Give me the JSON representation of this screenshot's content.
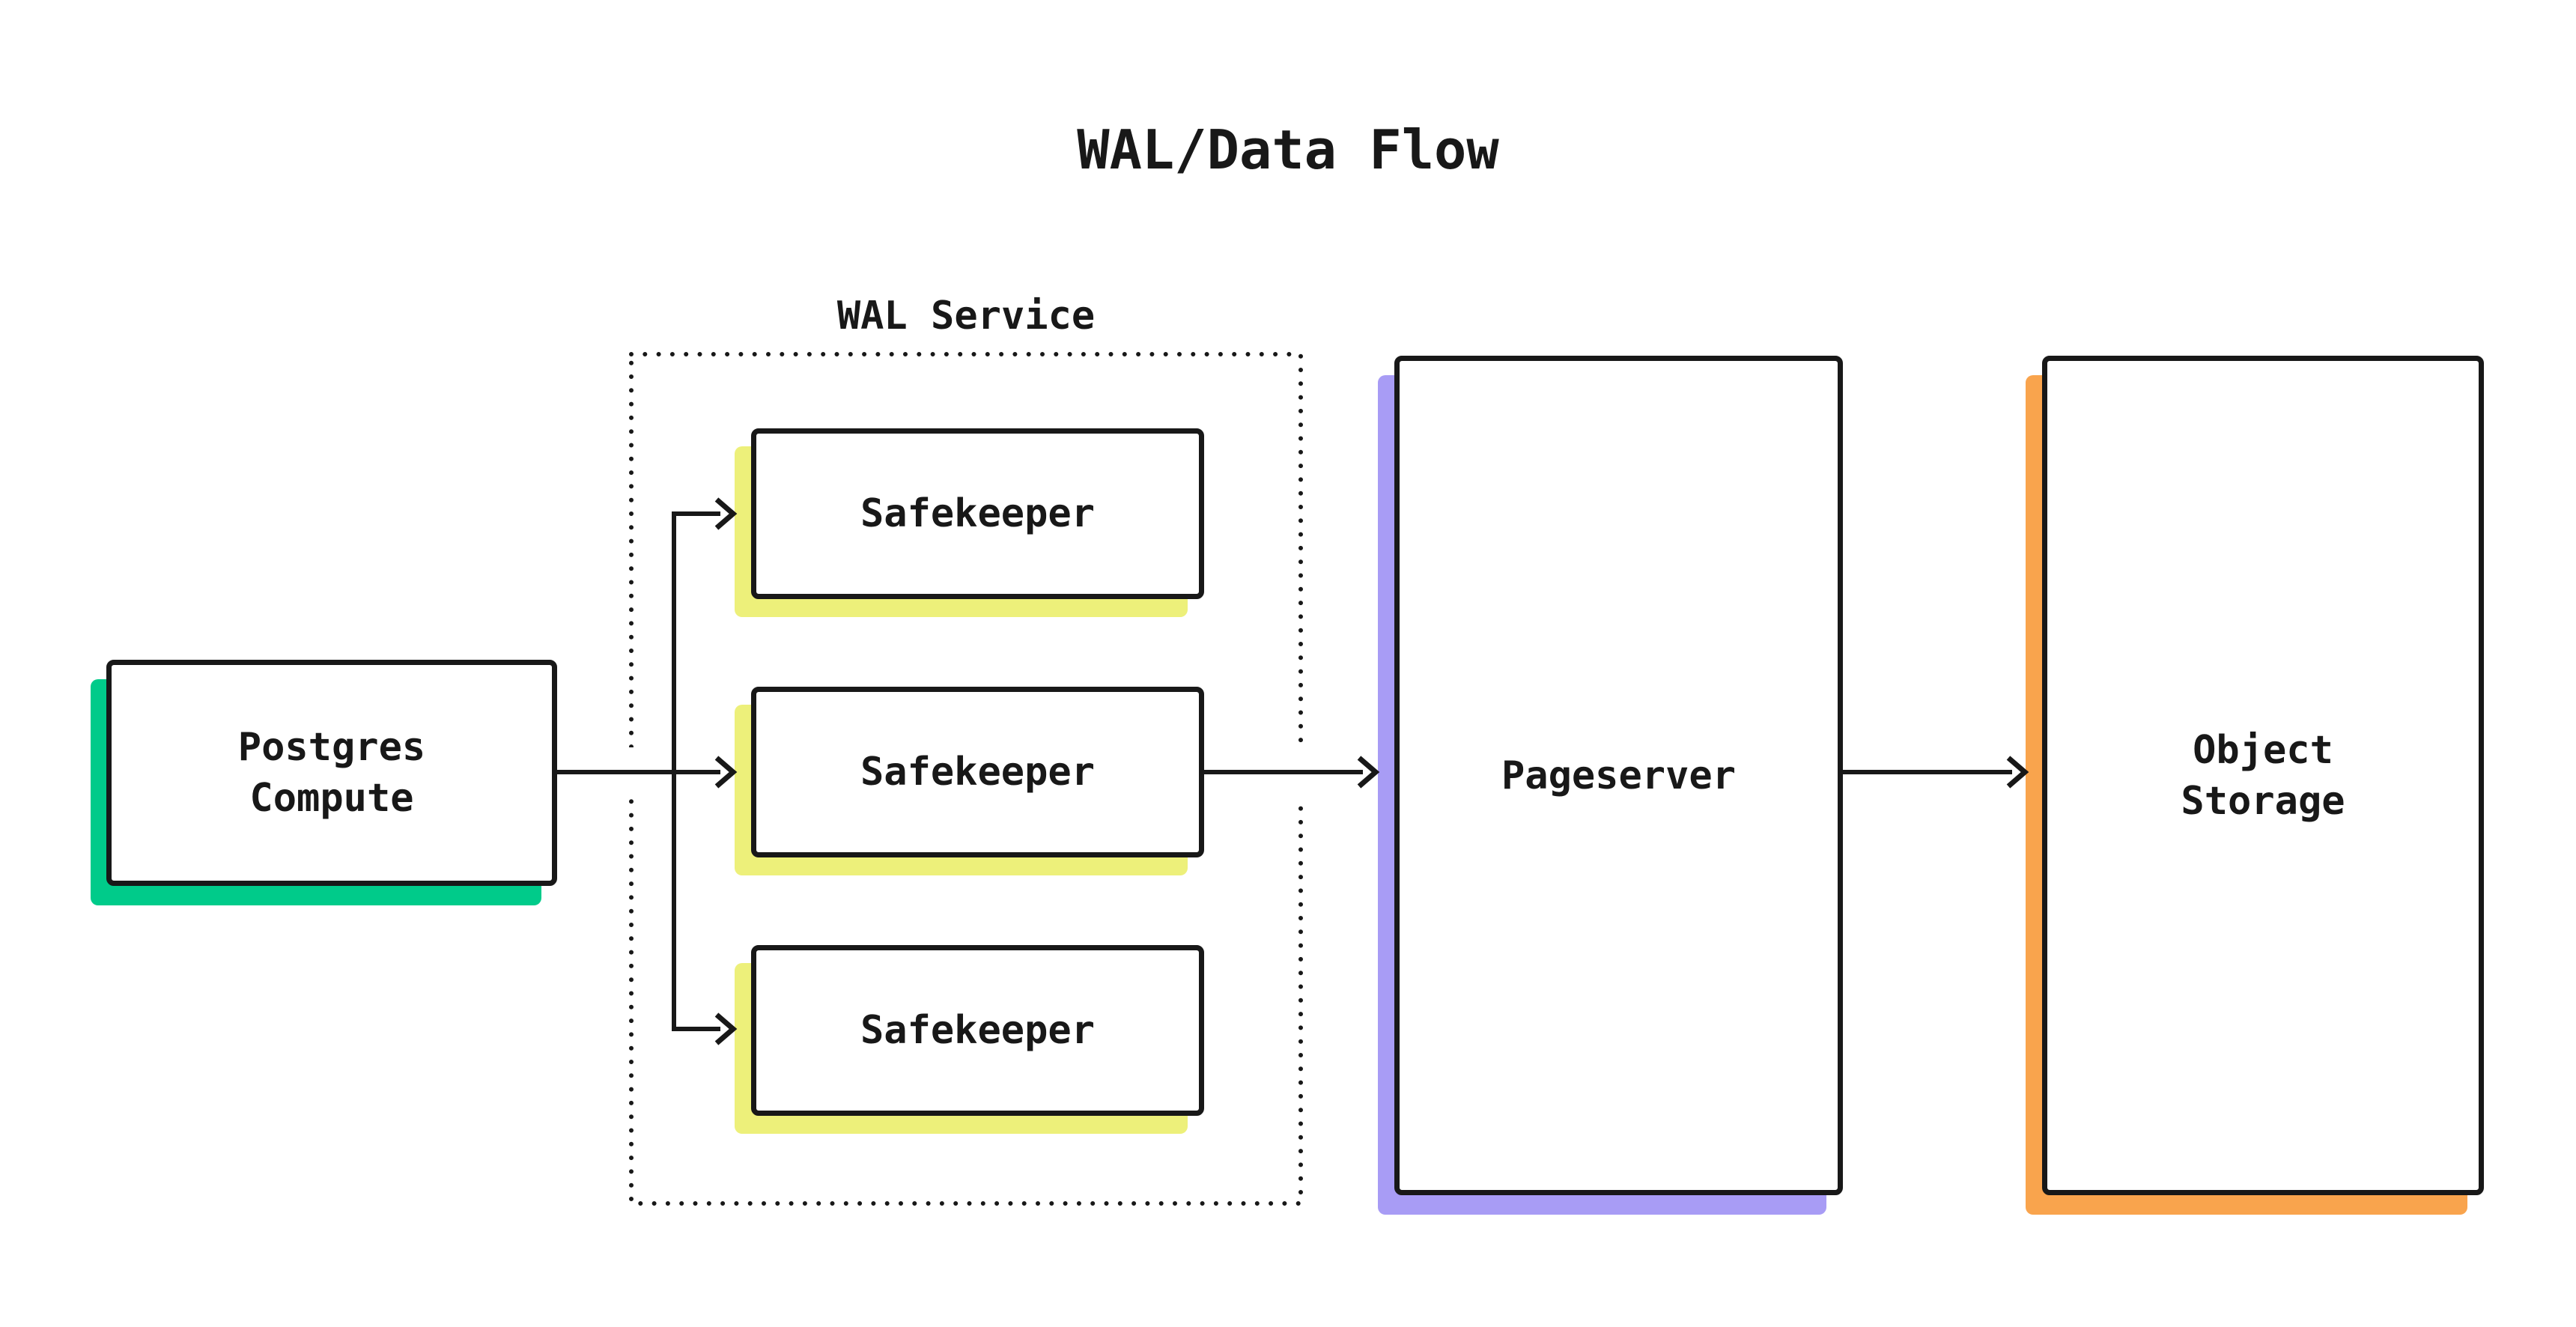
{
  "title": "WAL/Data Flow",
  "colors": {
    "ink": "#181818",
    "canvas": "#ffffff",
    "postgres": "#00cb8a",
    "safekeeper": "#edf07a",
    "pageserver": "#a89cf5",
    "objstorage": "#f9a44d"
  },
  "wal_service": {
    "label": "WAL Service"
  },
  "nodes": {
    "postgres": {
      "label": "Postgres\nCompute"
    },
    "safekeeper_1": {
      "label": "Safekeeper"
    },
    "safekeeper_2": {
      "label": "Safekeeper"
    },
    "safekeeper_3": {
      "label": "Safekeeper"
    },
    "pageserver": {
      "label": "Pageserver"
    },
    "object_storage": {
      "label": "Object\nStorage"
    }
  }
}
